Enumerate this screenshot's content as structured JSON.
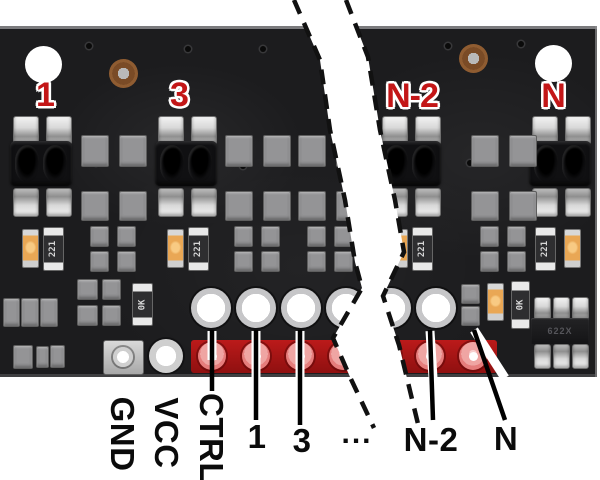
{
  "photo": {
    "description": "Photograph of a QTR reflectance sensor array PCB, torn in the middle to indicate a variable number of sensors",
    "background_color": "#ffffff",
    "board_color": "#1c1c1e",
    "accent_red": "#c31617",
    "strip_red": "#a81414"
  },
  "sensor_labels": [
    "1",
    "3",
    "N-2",
    "N"
  ],
  "pin_labels": {
    "gnd": "GND",
    "vcc": "VCC",
    "ctrl": "CTRL",
    "s1": "1",
    "s3": "3",
    "ellipsis": "...",
    "n_minus_2": "N-2",
    "n": "N"
  },
  "component_markings": {
    "led_resistor": "221",
    "pullup_resistor": "0K",
    "ic": "622X"
  }
}
